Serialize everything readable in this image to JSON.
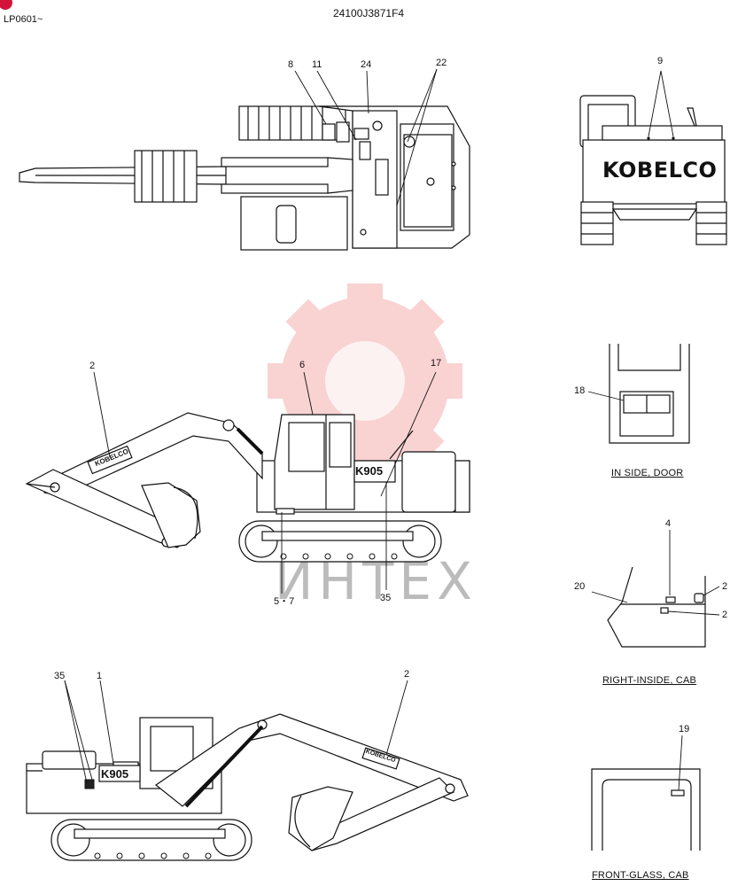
{
  "header": {
    "left_code": "LP0601~",
    "part_number": "24100J3871F4"
  },
  "watermark": {
    "text": "ИНТЕХ",
    "color": "#f2a7a7"
  },
  "brand": {
    "rear_logo": "KOBELCO",
    "model_badge": "K905",
    "boom_logo": "KOBELCO"
  },
  "callouts": {
    "top": {
      "c8": "8",
      "c11": "11",
      "c24": "24",
      "c22": "22"
    },
    "rear": {
      "c9": "9"
    },
    "side": {
      "c2": "2",
      "c6": "6",
      "c17": "17",
      "c57": "5・7",
      "c35": "35"
    },
    "bottom": {
      "c35": "35",
      "c1": "1",
      "c2": "2"
    },
    "door": {
      "c18": "18"
    },
    "cab": {
      "c4": "4",
      "c20": "20",
      "c2a": "2",
      "c2b": "2"
    },
    "glass": {
      "c19": "19"
    }
  },
  "captions": {
    "door": "IN SIDE, DOOR",
    "cab": "RIGHT-INSIDE, CAB",
    "glass": "FRONT-GLASS, CAB"
  }
}
